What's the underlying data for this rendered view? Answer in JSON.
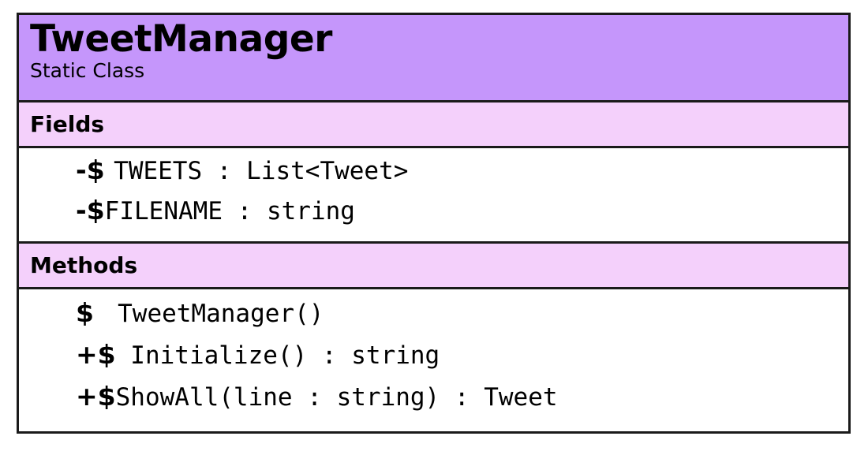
{
  "diagram": {
    "type": "uml-class-diagram",
    "colors": {
      "header_fill": "#c596fb",
      "section_fill": "#f4d0fb",
      "body_fill": "#ffffff",
      "border": "#1a1a1a",
      "text": "#000000"
    }
  },
  "class_box": {
    "name": "TweetManager",
    "stereotype": "Static Class",
    "sections": [
      {
        "id": "fields",
        "title": "Fields",
        "members": [
          {
            "marker": "-$ ",
            "visibility": "-",
            "static": true,
            "signature": "TWEETS : List<Tweet>",
            "member_name": "TWEETS",
            "member_type": "List<Tweet>"
          },
          {
            "marker": "-$",
            "visibility": "-",
            "static": true,
            "signature": "FILENAME : string",
            "member_name": "FILENAME",
            "member_type": "string"
          }
        ]
      },
      {
        "id": "methods",
        "title": "Methods",
        "members": [
          {
            "marker": "$ ",
            "visibility": "",
            "static": true,
            "signature": " TweetManager()",
            "member_name": "TweetManager",
            "member_type": ""
          },
          {
            "marker": "+$",
            "visibility": "+",
            "static": true,
            "signature": " Initialize() : string",
            "member_name": "Initialize",
            "member_type": "string"
          },
          {
            "marker": "+$",
            "visibility": "+",
            "static": true,
            "signature": "ShowAll(line : string) : Tweet",
            "member_name": "ShowAll",
            "member_type": "Tweet"
          }
        ]
      }
    ]
  }
}
